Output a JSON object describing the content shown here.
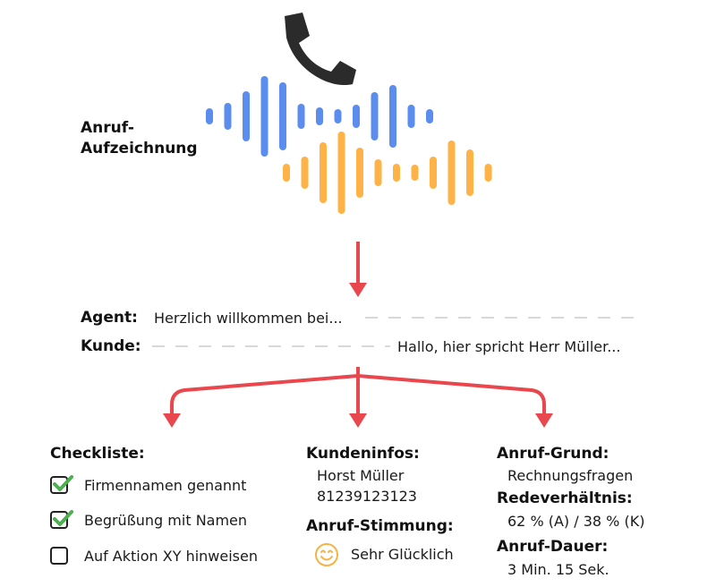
{
  "recording": {
    "label_line1": "Anruf-",
    "label_line2": "Aufzeichnung",
    "phone_icon": "phone-icon",
    "wave_colors": {
      "agent": "#5b8def",
      "customer": "#ffb347"
    }
  },
  "transcript": {
    "agent_label": "Agent:",
    "agent_text": "Herzlich willkommen bei...",
    "customer_label": "Kunde:",
    "customer_text": "Hallo, hier spricht Herr Müller..."
  },
  "arrow_color": "#e8474d",
  "checklist": {
    "title": "Checkliste:",
    "items": [
      {
        "label": "Firmennamen genannt",
        "checked": true
      },
      {
        "label": "Begrüßung mit Namen",
        "checked": true
      },
      {
        "label": "Auf Aktion XY hinweisen",
        "checked": false
      }
    ],
    "check_color": "#4caf50"
  },
  "customer_info": {
    "title": "Kundeninfos:",
    "name": "Horst Müller",
    "number": "81239123123",
    "mood_title": "Anruf-Stimmung:",
    "mood_icon": "smiley-icon",
    "mood_value": "Sehr Glücklich"
  },
  "call_info": {
    "reason_title": "Anruf-Grund:",
    "reason_value": "Rechnungsfragen",
    "ratio_title": "Redeverhältnis:",
    "ratio_value": "62 % (A) / 38 % (K)",
    "duration_title": "Anruf-Dauer:",
    "duration_value": "3 Min. 15 Sek."
  }
}
